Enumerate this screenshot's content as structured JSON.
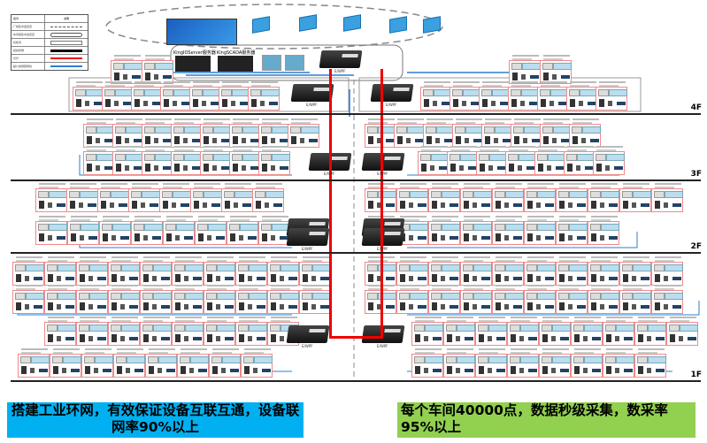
{
  "legend": {
    "header": [
      "图例",
      "说明"
    ],
    "items": [
      "厂级集中监控室",
      "车间级集中监控室",
      "机柜间",
      "模拟终端",
      "光纤",
      "超六类屏蔽网线"
    ]
  },
  "servers": {
    "io": "KingIOServer服务器",
    "scada": "KingSCADA服务器"
  },
  "links": {
    "tag": "E/WPF"
  },
  "floors": [
    "4F",
    "3F",
    "2F",
    "1F"
  ],
  "banners": {
    "left": "搭建工业环网，有效保证设备互联互通，设备联网率90%以上",
    "right": "每个车间40000点，数据秒级采集，数采率95%以上"
  },
  "colors": {
    "fiber": "#ee1111",
    "cable": "#2a7fd4",
    "left_banner": "#00b0f0",
    "right_banner": "#92d050",
    "device_border": "#f08a8a"
  }
}
